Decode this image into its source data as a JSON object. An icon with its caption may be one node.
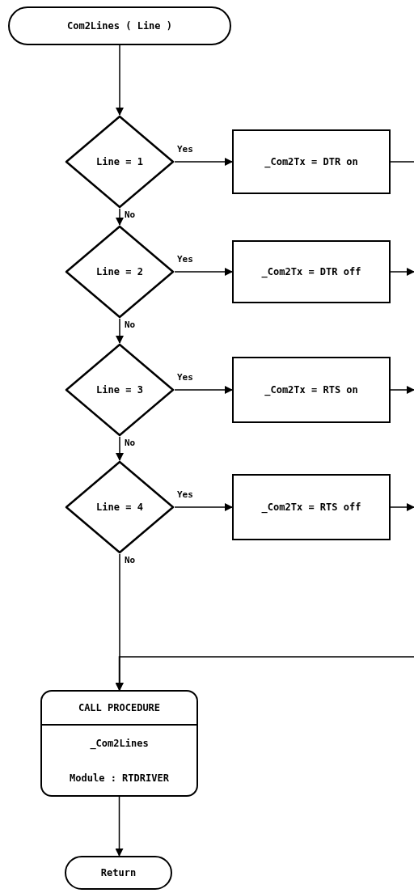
{
  "diagram": {
    "nodes": [
      {
        "text": [
          "Com2Lines ( Line )"
        ]
      },
      {
        "text": [
          "Line = 1"
        ]
      },
      {
        "text": [
          "_Com2Tx = DTR on"
        ]
      },
      {
        "text": [
          "Line = 2"
        ]
      },
      {
        "text": [
          "_Com2Tx = DTR off"
        ]
      },
      {
        "text": [
          "Line = 3"
        ]
      },
      {
        "text": [
          "_Com2Tx = RTS on"
        ]
      },
      {
        "text": [
          "Line = 4"
        ]
      },
      {
        "text": [
          "_Com2Tx = RTS off"
        ]
      },
      {
        "text": [
          "CALL PROCEDURE",
          "_Com2Lines",
          "Module : RTDRIVER"
        ]
      },
      {
        "text": [
          "Return"
        ]
      }
    ],
    "edges": [
      {
        "from": 0,
        "to": 1,
        "arrow": "to"
      },
      {
        "from": 1,
        "to": 2,
        "arrow": "to",
        "label": "Yes"
      },
      {
        "from": 2,
        "to": null,
        "arrow": "none"
      },
      {
        "from": 1,
        "to": 3,
        "arrow": "to",
        "label": "No"
      },
      {
        "from": 3,
        "to": 4,
        "arrow": "to",
        "label": "Yes"
      },
      {
        "from": 4,
        "to": null,
        "arrow": "to"
      },
      {
        "from": 3,
        "to": 5,
        "arrow": "to",
        "label": "No"
      },
      {
        "from": 5,
        "to": 6,
        "arrow": "to",
        "label": "Yes"
      },
      {
        "from": 6,
        "to": null,
        "arrow": "to"
      },
      {
        "from": 5,
        "to": 7,
        "arrow": "to",
        "label": "No"
      },
      {
        "from": 7,
        "to": 8,
        "arrow": "to",
        "label": "Yes"
      },
      {
        "from": 8,
        "to": null,
        "arrow": "to"
      },
      {
        "from": 7,
        "to": 9,
        "arrow": "to",
        "label": "No"
      },
      {
        "from": null,
        "to": 9,
        "arrow": "to"
      },
      {
        "from": 9,
        "to": 10,
        "arrow": "to"
      }
    ]
  }
}
